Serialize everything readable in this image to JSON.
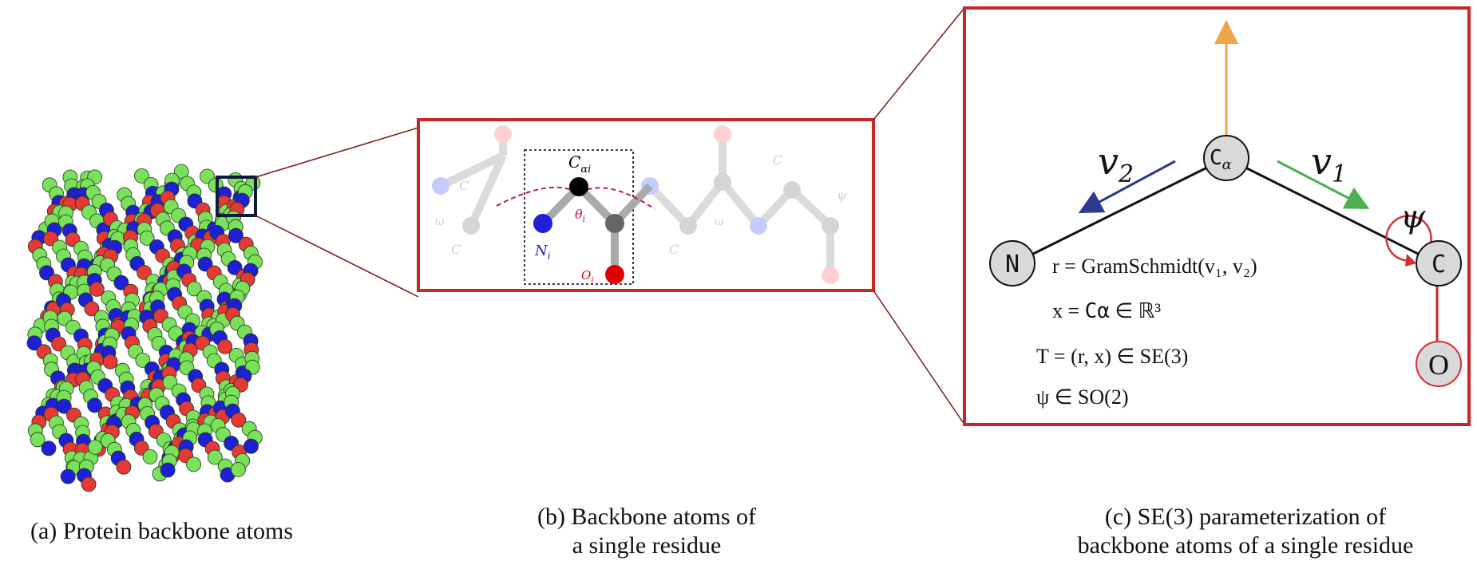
{
  "captions": {
    "a": "(a) Protein backbone atoms",
    "b_line1": "(b) Backbone atoms of",
    "b_line2": "a single residue",
    "c_line1": "(c) SE(3) parameterization of",
    "c_line2": "backbone atoms of a single residue"
  },
  "panel_b": {
    "ca_label": "C",
    "ca_sub": "αi",
    "n_label": "N",
    "n_sub": "i",
    "o_label": "O",
    "o_sub": "i",
    "theta_label": "θ",
    "theta_sub": "i"
  },
  "panel_c": {
    "ca_atom": "C",
    "ca_sub": "α",
    "n_atom": "N",
    "c_atom": "C",
    "o_atom": "O",
    "v1": "v",
    "v1_sub": "1",
    "v2": "v",
    "v2_sub": "2",
    "psi": "ψ",
    "eq1": "r = GramSchmidt(v₁, v₂)",
    "eq2_a": "x = ",
    "eq2_b": "Cα",
    "eq2_c": " ∈ ℝ³",
    "eq3": "T = (r, x) ∈ SE(3)",
    "eq4": "ψ ∈ SO(2)"
  },
  "colors": {
    "frame_red": "#c62828",
    "nitrogen": "#1f1fd6",
    "oxygen": "#e53935",
    "carbon": "#7be05a",
    "arrow_orange": "#f0a44a",
    "arrow_blue": "#2b3a8f",
    "arrow_green": "#4caf50",
    "theta_magenta": "#c2185b"
  }
}
